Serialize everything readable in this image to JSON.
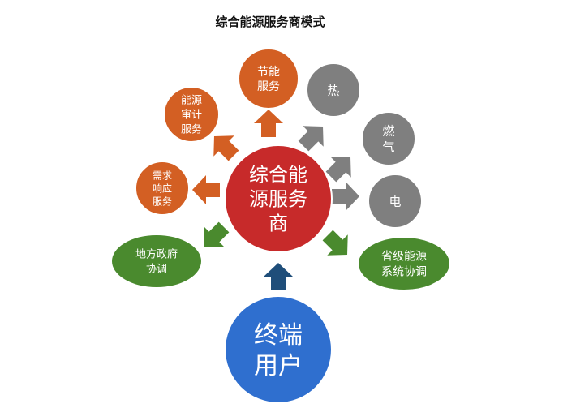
{
  "title": "综合能源服务商模式",
  "colors": {
    "orange": "#d35f23",
    "gray": "#7f7f7f",
    "green": "#4a8a2e",
    "red": "#c72a2a",
    "blue": "#2f6fcf",
    "navy": "#1f4e7a"
  },
  "center": {
    "lines": [
      "综合能",
      "源服务",
      "商"
    ]
  },
  "end_user": {
    "lines": [
      "终端",
      "用户"
    ]
  },
  "nodes": [
    {
      "id": "energy-saving",
      "lines": [
        "节能",
        "服务"
      ],
      "color": "orange"
    },
    {
      "id": "energy-audit",
      "lines": [
        "能源",
        "审计",
        "服务"
      ],
      "color": "orange"
    },
    {
      "id": "demand-response",
      "lines": [
        "需求",
        "响应",
        "服务"
      ],
      "color": "orange"
    },
    {
      "id": "heat",
      "lines": [
        "热"
      ],
      "color": "gray"
    },
    {
      "id": "gas",
      "lines": [
        "燃",
        "气"
      ],
      "color": "gray"
    },
    {
      "id": "electricity",
      "lines": [
        "电"
      ],
      "color": "gray"
    },
    {
      "id": "local-gov",
      "lines": [
        "地方政府",
        "协调"
      ],
      "color": "green"
    },
    {
      "id": "provincial",
      "lines": [
        "省级能源",
        "系统协调"
      ],
      "color": "green"
    }
  ]
}
